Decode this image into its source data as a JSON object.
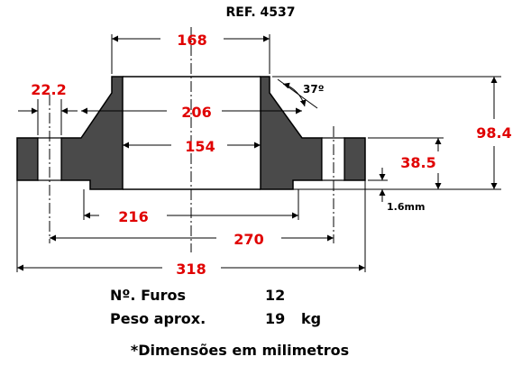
{
  "reference": "REF. 4537",
  "dimensions": {
    "top_diameter": "168",
    "hub_diameter": "206",
    "bore_diameter": "154",
    "raised_face_diameter": "216",
    "bolt_circle_diameter": "270",
    "outer_diameter": "318",
    "hole_diameter": "22.2",
    "height": "98.4",
    "flange_thickness": "38.5",
    "raised_face_height": "1.6mm",
    "hub_angle": "37º"
  },
  "specs": {
    "holes_label": "Nº. Furos",
    "holes_value": "12",
    "weight_label": "Peso aprox.",
    "weight_value": "19",
    "weight_unit": "kg"
  },
  "note": "*Dimensões em milimetros",
  "colors": {
    "dimension_text": "#e00000",
    "body_fill": "#4a4a4a"
  }
}
